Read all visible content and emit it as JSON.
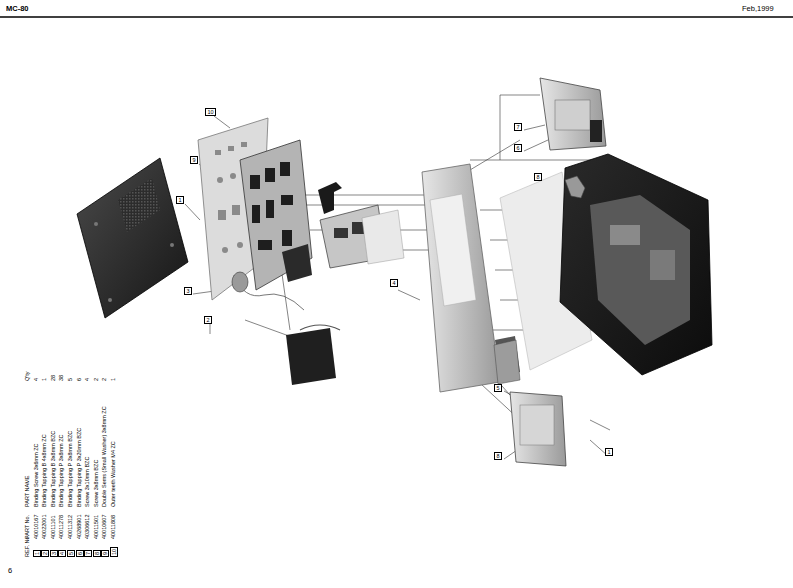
{
  "diagram": {
    "nodes": [
      {
        "text": [
          "10"
        ]
      },
      {
        "text": [
          "9"
        ]
      },
      {
        "text": [
          "1"
        ]
      },
      {
        "text": [
          "3"
        ]
      },
      {
        "text": [
          "2"
        ]
      },
      {
        "text": [
          "4"
        ]
      },
      {
        "text": [
          "7"
        ]
      },
      {
        "text": [
          "6"
        ]
      },
      {
        "text": [
          "8"
        ]
      },
      {
        "text": [
          "5"
        ]
      },
      {
        "text": [
          "8"
        ]
      },
      {
        "text": [
          "1"
        ]
      }
    ],
    "labels": [
      "MC-80",
      "Feb,1999",
      "6",
      "REF. No.",
      "PART No.",
      "PART NAME",
      "Q'ty",
      "1",
      "40010167",
      "Binding Screw 3x6mm ZC",
      "4",
      "2",
      "40022001",
      "Binding Tapping B 4x8mm ZC",
      "1",
      "3",
      "40011101",
      "Binding Tapping B 3x8mm BZC",
      "28",
      "4",
      "40011278",
      "Binding Tapping P 3x8mm ZC",
      "38",
      "5",
      "40011312",
      "Binding Tapping P 3x8mm BZC",
      "5",
      "6",
      "40268901",
      "Binding Tapping P 3x20mm BZC",
      "6",
      "7",
      "40306612",
      "Screw 3x10mm BZC",
      "4",
      "8",
      "40011501",
      "Screw 3x8mm BZC",
      "2",
      "9",
      "40010607",
      "Double Sems (Small Washer) 3x8mm ZC",
      "2",
      "10",
      "40011808",
      "Outer teeth Washer M4 ZC",
      "1"
    ]
  }
}
